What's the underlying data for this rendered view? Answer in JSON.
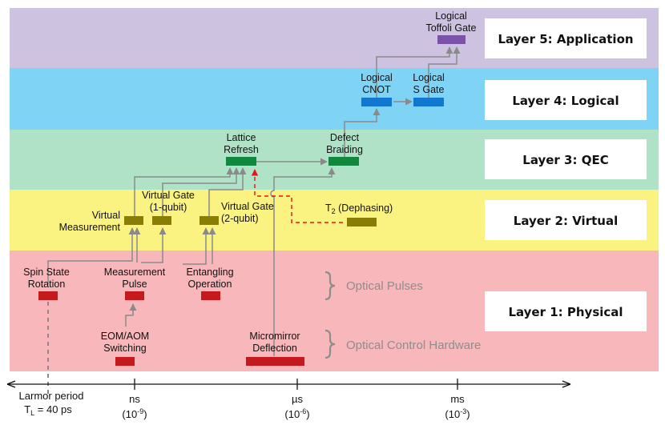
{
  "layers": [
    {
      "title": "Layer 5: Application",
      "color": "#cdc2e0"
    },
    {
      "title": "Layer 4: Logical",
      "color": "#7fd4f6"
    },
    {
      "title": "Layer 3: QEC",
      "color": "#b0e2c8"
    },
    {
      "title": "Layer 2: Virtual",
      "color": "#faf281"
    },
    {
      "title": "Layer 1: Physical",
      "color": "#f8b7ba"
    }
  ],
  "nodes": {
    "logical_toffoli": {
      "lines": [
        "Logical",
        "Toffoli Gate"
      ],
      "color": "#7b52a8"
    },
    "logical_cnot": {
      "lines": [
        "Logical",
        "CNOT"
      ],
      "color": "#1177d0"
    },
    "logical_s": {
      "lines": [
        "Logical",
        "S Gate"
      ],
      "color": "#1177d0"
    },
    "lattice_refresh": {
      "lines": [
        "Lattice",
        "Refresh"
      ],
      "color": "#11883e"
    },
    "defect_braiding": {
      "lines": [
        "Defect",
        "Braiding"
      ],
      "color": "#11883e"
    },
    "virtual_measurement": {
      "lines": [
        "Virtual",
        "Measurement"
      ],
      "color": "#8a7d06"
    },
    "virtual_gate_1": {
      "lines": [
        "Virtual Gate",
        "(1-qubit)"
      ],
      "color": "#8a7d06"
    },
    "virtual_gate_2": {
      "lines": [
        "Virtual Gate",
        "(2-qubit)"
      ],
      "color": "#8a7d06"
    },
    "t2_dephasing": {
      "prefix": "T",
      "sub": "2",
      "suffix": " (Dephasing)",
      "color": "#8a7d06"
    },
    "spin_state_rotation": {
      "lines": [
        "Spin State",
        "Rotation"
      ],
      "color": "#c41a1e"
    },
    "measurement_pulse": {
      "lines": [
        "Measurement",
        "Pulse"
      ],
      "color": "#c41a1e"
    },
    "entangling_operation": {
      "lines": [
        "Entangling",
        "Operation"
      ],
      "color": "#c41a1e"
    },
    "eom_aom_switching": {
      "lines": [
        "EOM/AOM",
        "Switching"
      ],
      "color": "#c41a1e"
    },
    "micromirror_deflection": {
      "lines": [
        "Micromirror",
        "Deflection"
      ],
      "color": "#c41a1e"
    }
  },
  "braces": {
    "optical_pulses": "Optical Pulses",
    "optical_control_hardware": "Optical Control Hardware"
  },
  "axis": {
    "larmor": {
      "line1": "Larmor period",
      "prefix": "T",
      "sub": "L",
      "suffix": " = 40 ps"
    },
    "ticks": [
      {
        "label": "ns",
        "exp_base": "(10",
        "exp_power": "-9",
        "exp_close": ")"
      },
      {
        "label": "µs",
        "exp_base": "(10",
        "exp_power": "-6",
        "exp_close": ")"
      },
      {
        "label": "ms",
        "exp_base": "(10",
        "exp_power": "-3",
        "exp_close": ")"
      }
    ]
  }
}
